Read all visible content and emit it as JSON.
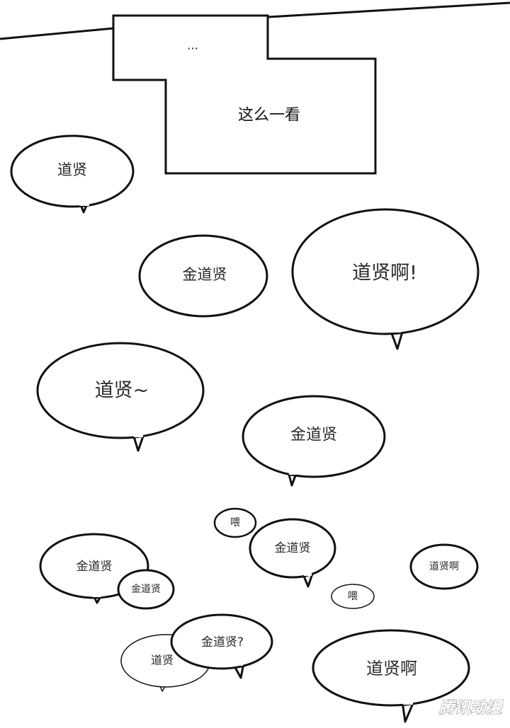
{
  "panel": {
    "caption_box": {
      "ellipsis": "…",
      "text": "这么一看"
    }
  },
  "bubbles": [
    {
      "id": "b1",
      "text": "道贤"
    },
    {
      "id": "b2",
      "text": "金道贤"
    },
    {
      "id": "b3",
      "text": "道贤啊!"
    },
    {
      "id": "b4",
      "text": "道贤~"
    },
    {
      "id": "b5",
      "text": "金道贤"
    },
    {
      "id": "b6",
      "text": "喂"
    },
    {
      "id": "b7",
      "text": "金道贤"
    },
    {
      "id": "b8",
      "text": "金道贤"
    },
    {
      "id": "b9",
      "text": "金道贤"
    },
    {
      "id": "b10",
      "text": "道贤啊"
    },
    {
      "id": "b11",
      "text": "喂"
    },
    {
      "id": "b12",
      "text": "道贤"
    },
    {
      "id": "b13",
      "text": "金道贤?"
    },
    {
      "id": "b14",
      "text": "道贤啊"
    }
  ],
  "watermark": {
    "text": "腾讯动漫"
  },
  "colors": {
    "line": "#111111",
    "text": "#2a2a2a",
    "background": "#ffffff"
  }
}
